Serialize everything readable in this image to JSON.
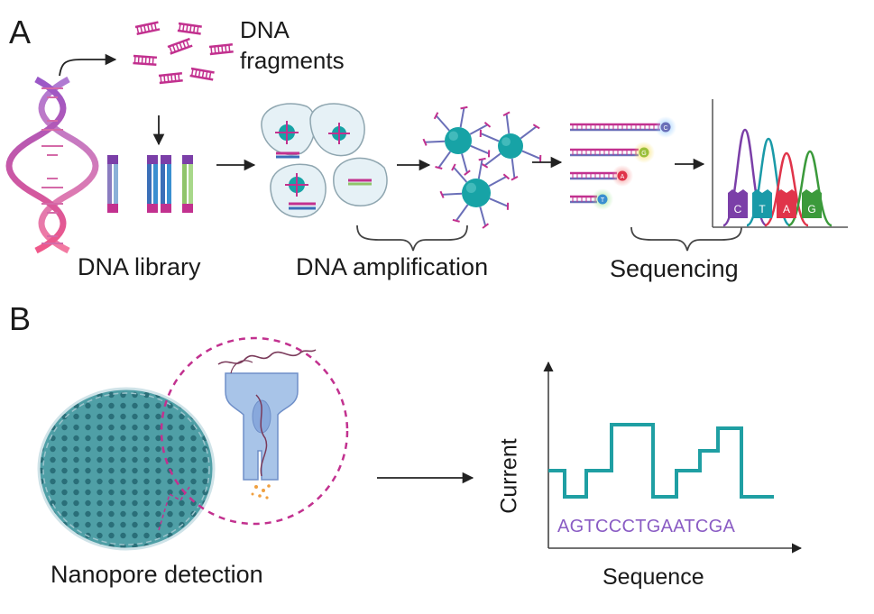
{
  "panels": {
    "a": "A",
    "b": "B"
  },
  "labels": {
    "fragments_line1": "DNA",
    "fragments_line2": "fragments",
    "library": "DNA library",
    "amplification": "DNA amplification",
    "sequencing": "Sequencing",
    "nanopore": "Nanopore detection"
  },
  "chromatogram": {
    "bases": [
      "C",
      "T",
      "A",
      "G"
    ],
    "colors": [
      "#7b3fa8",
      "#1a9aa8",
      "#e0344a",
      "#3b9a3b"
    ]
  },
  "sequencing_tags": [
    "C",
    "G",
    "A",
    "T"
  ],
  "nanopore_plot": {
    "ylabel": "Current",
    "xlabel": "Sequence",
    "sequence": "AGTCCCTGAATCGA",
    "sequence_color": "#8a5cc4",
    "trace_color": "#1f9fa3"
  },
  "colors": {
    "magenta": "#c2318f",
    "teal": "#17a3a6",
    "dna_gradient_top": "#9a58c8",
    "dna_gradient_bottom": "#f0588a"
  }
}
